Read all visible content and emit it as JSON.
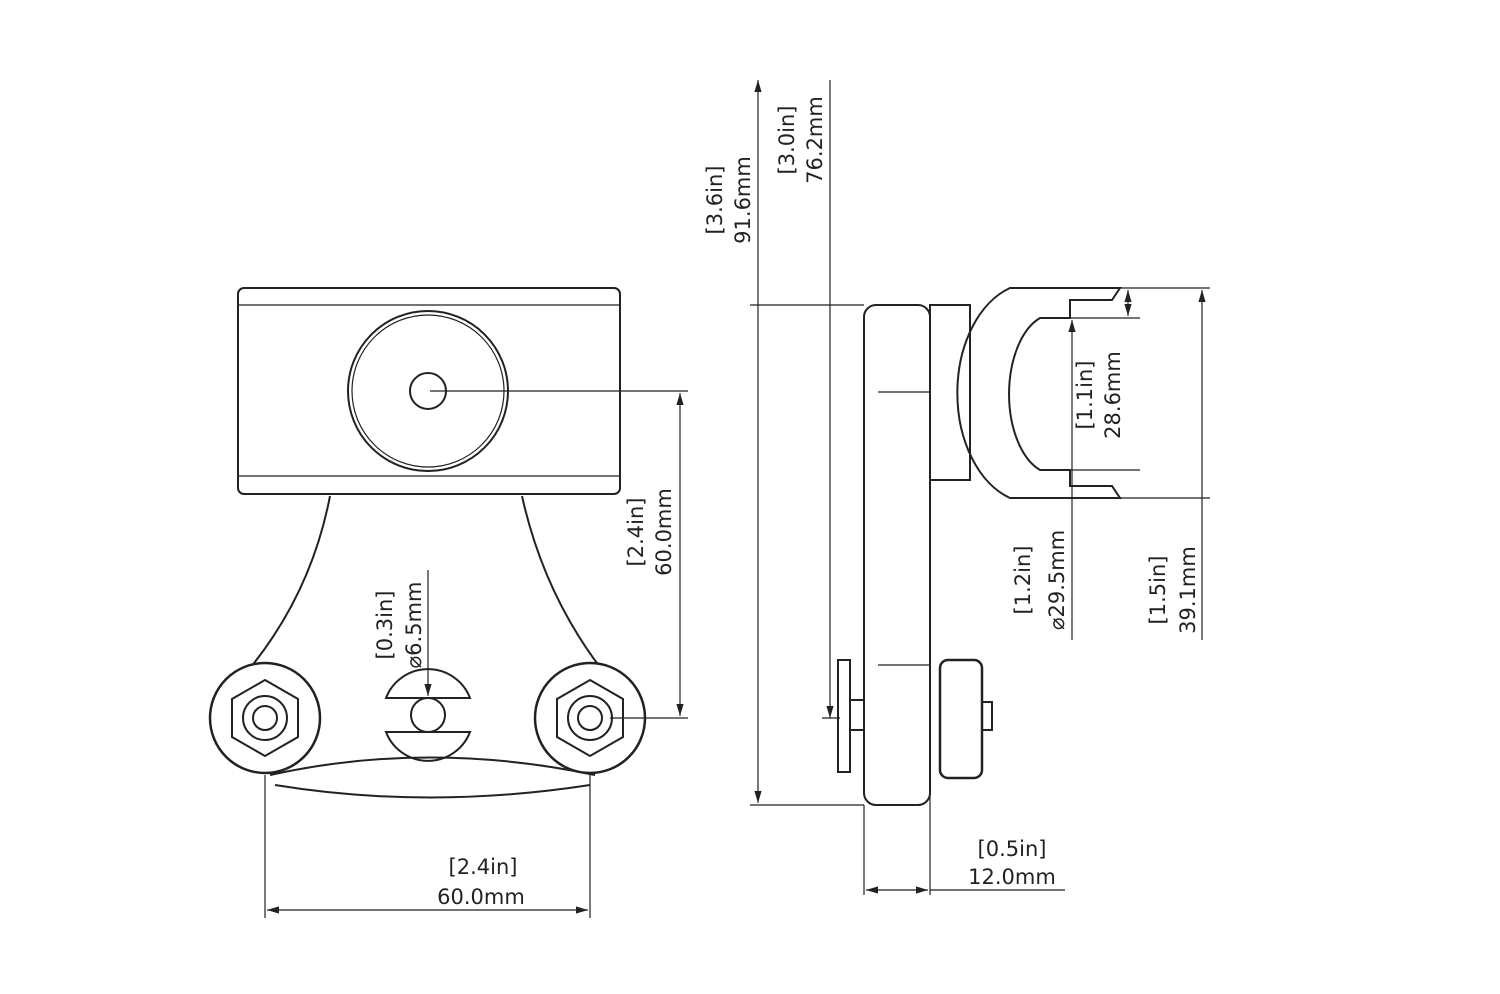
{
  "drawing": {
    "front_view": {
      "mount_spacing": {
        "inches": "[2.4in]",
        "mm": "60.0mm"
      },
      "center_height": {
        "inches": "[2.4in]",
        "mm": "60.0mm"
      },
      "hole_diameter": {
        "inches": "[0.3in]",
        "mm": "⌀6.5mm"
      }
    },
    "side_view": {
      "overall_height": {
        "inches": "[3.6in]",
        "mm": "91.6mm"
      },
      "plate_height": {
        "inches": "[3.0in]",
        "mm": "76.2mm"
      },
      "clamp_opening": {
        "inches": "[1.1in]",
        "mm": "28.6mm"
      },
      "clamp_diameter": {
        "inches": "[1.2in]",
        "mm": "⌀29.5mm"
      },
      "clamp_outer": {
        "inches": "[1.5in]",
        "mm": "39.1mm"
      },
      "plate_thickness": {
        "inches": "[0.5in]",
        "mm": "12.0mm"
      }
    }
  }
}
